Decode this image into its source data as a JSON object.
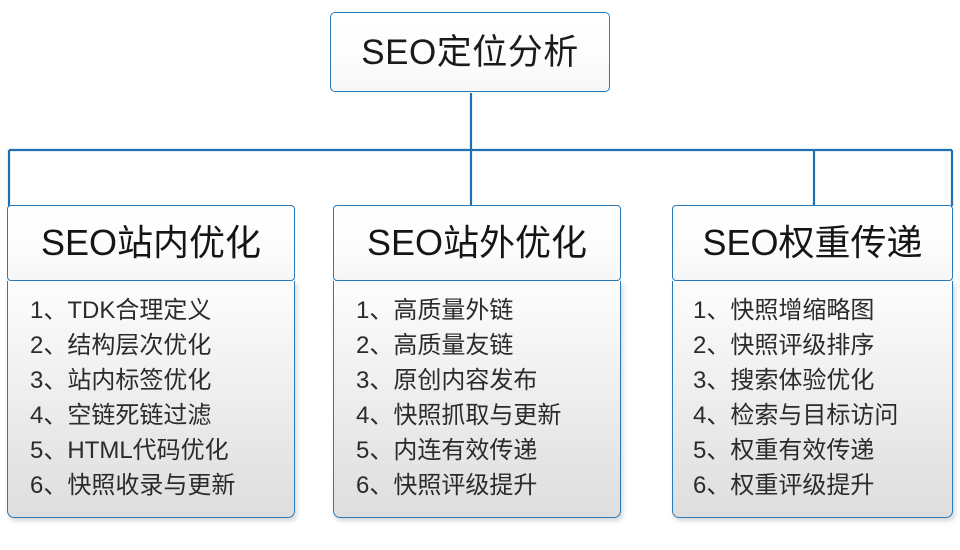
{
  "diagram": {
    "title": "SEO定位分析",
    "accent_color": "#2a7ab9",
    "text_color": "#1b1b1b",
    "list_background": "#e4e4e4",
    "branches": [
      {
        "id": "on-site",
        "header": "SEO站内优化",
        "items": [
          "1、TDK合理定义",
          "2、结构层次优化",
          "3、站内标签优化",
          "4、空链死链过滤",
          "5、HTML代码优化",
          "6、快照收录与更新"
        ]
      },
      {
        "id": "off-site",
        "header": "SEO站外优化",
        "items": [
          "1、高质量外链",
          "2、高质量友链",
          "3、原创内容发布",
          "4、快照抓取与更新",
          "5、内连有效传递",
          "6、快照评级提升"
        ]
      },
      {
        "id": "weight-transfer",
        "header": "SEO权重传递",
        "items": [
          "1、快照增缩略图",
          "2、快照评级排序",
          "3、搜索体验优化",
          "4、检索与目标访问",
          "5、权重有效传递",
          "6、权重评级提升"
        ]
      }
    ]
  }
}
